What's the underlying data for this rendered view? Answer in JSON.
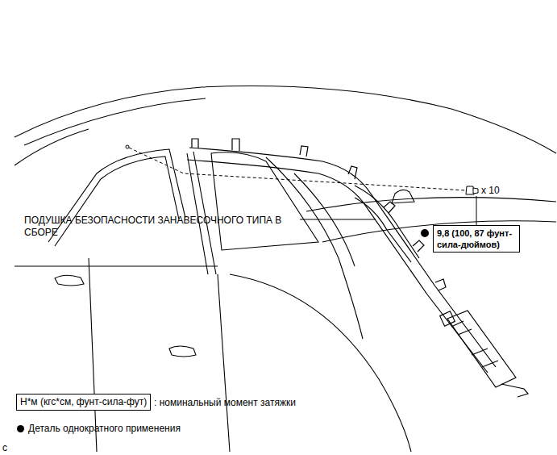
{
  "diagram": {
    "nodes": [
      {
        "text": [
          "9,8 (100, 87 фунт-сила-дюймов)"
        ]
      },
      {
        "text": [
          "Н*м (кгс*см, фунт-сила-фут)"
        ]
      }
    ],
    "labels": [
      "ПОДУШКА БЕЗОПАСНОСТИ ЗАНАВЕСОЧНОГО ТИПА В СБОРЕ",
      "x 10",
      ": номинальный момент затяжки",
      "c"
    ],
    "legend": [
      {
        "text": "Деталь однократного применения"
      }
    ]
  }
}
